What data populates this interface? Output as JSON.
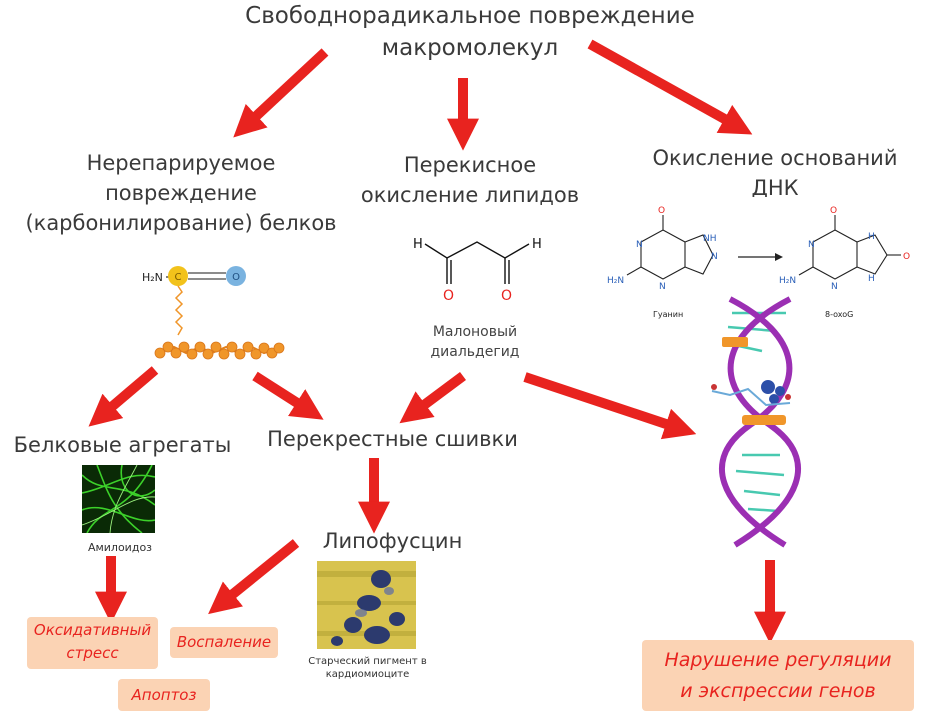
{
  "title": {
    "line1": "Свободнорадикальное повреждение",
    "line2": "макромолекул"
  },
  "branches": {
    "proteins": {
      "line1": "Нерепарируемое",
      "line2": "повреждение",
      "line3": "(карбонилирование) белков"
    },
    "lipids": {
      "line1": "Перекисное",
      "line2": "окисление липидов"
    },
    "dna": {
      "line1": "Окисление оснований",
      "line2": "ДНК"
    }
  },
  "protein_molecule": {
    "h2n": "H₂N",
    "c": "C",
    "o": "O"
  },
  "malondialdehyde": {
    "atoms": {
      "h_left": "H",
      "h_right": "H",
      "o_left": "O",
      "o_right": "O"
    },
    "name_line1": "Малоновый",
    "name_line2": "диальдегид"
  },
  "dna_panel": {
    "guanine_label": "Гуанин",
    "oxog_label": "8-oxoG",
    "atoms": {
      "o": "O",
      "n": "N",
      "h": "H",
      "nh": "NH",
      "h2n": "H₂N"
    }
  },
  "nodes": {
    "aggregates": "Белковые агрегаты",
    "amyloidosis": "Амилоидоз",
    "crosslinks": "Перекрестные сшивки",
    "lipofuscin": "Липофусцин",
    "pigment_line1": "Старческий пигмент в",
    "pigment_line2": "кардиомиоците"
  },
  "outcomes": {
    "oxidative_line1": "Оксидативный",
    "oxidative_line2": "стресс",
    "inflammation": "Воспаление",
    "apoptosis": "Апоптоз",
    "regulation_line1": "Нарушение регуляции",
    "regulation_line2": "и экспрессии генов"
  },
  "colors": {
    "arrow": "#e8231f",
    "outcome_bg": "#fbd3b4",
    "outcome_text": "#e8231f",
    "dna_purple": "#9b2fb3",
    "chain_orange": "#f0962a"
  }
}
